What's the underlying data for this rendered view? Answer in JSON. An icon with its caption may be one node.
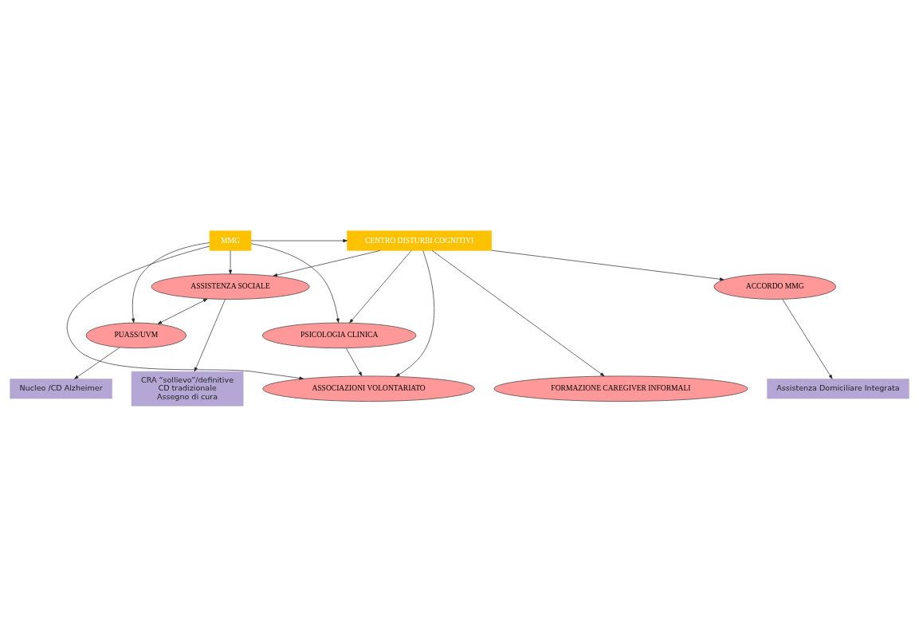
{
  "diagram": {
    "nodes": [
      {
        "text": [
          "MMG"
        ]
      },
      {
        "text": [
          "CENTRO DISTURBI COGNITIVI"
        ]
      },
      {
        "text": [
          "FORMAZIONE CAREGIVER INFORMALI"
        ]
      },
      {
        "text": [
          "ASSOCIAZIONI VOLONTARIATO"
        ]
      },
      {
        "text": [
          "PSICOLOGIA CLINICA"
        ]
      },
      {
        "text": [
          "PUASS/UVM"
        ]
      },
      {
        "text": [
          "ASSISTENZA SOCIALE"
        ]
      },
      {
        "text": [
          "ACCORDO MMG"
        ]
      },
      {
        "text": [
          "Nucleo /CD Alzheimer"
        ]
      },
      {
        "text": [
          "CRA “sollievo”/definitive",
          "CD tradizionale",
          "Assegno di cura"
        ]
      },
      {
        "text": [
          "Assistenza Domiciliare Integrata"
        ]
      }
    ],
    "edges": [
      {
        "from": 0,
        "to": 1,
        "arrow": "to"
      },
      {
        "from": 0,
        "to": 4,
        "arrow": "to"
      },
      {
        "from": 0,
        "to": 6,
        "arrow": "to"
      },
      {
        "from": 0,
        "to": 3,
        "arrow": "to"
      },
      {
        "from": 0,
        "to": 5,
        "arrow": "to"
      },
      {
        "from": 1,
        "to": 2,
        "arrow": "to"
      },
      {
        "from": 1,
        "to": 4,
        "arrow": "to"
      },
      {
        "from": 1,
        "to": 3,
        "arrow": "to"
      },
      {
        "from": 1,
        "to": 6,
        "arrow": "to"
      },
      {
        "from": 1,
        "to": 7,
        "arrow": "to"
      },
      {
        "from": 4,
        "to": 3,
        "arrow": "to"
      },
      {
        "from": 6,
        "to": 5,
        "arrow": "both"
      },
      {
        "from": 5,
        "to": 8,
        "arrow": "to"
      },
      {
        "from": 6,
        "to": 9,
        "arrow": "to"
      },
      {
        "from": 7,
        "to": 10,
        "arrow": "to"
      }
    ]
  }
}
